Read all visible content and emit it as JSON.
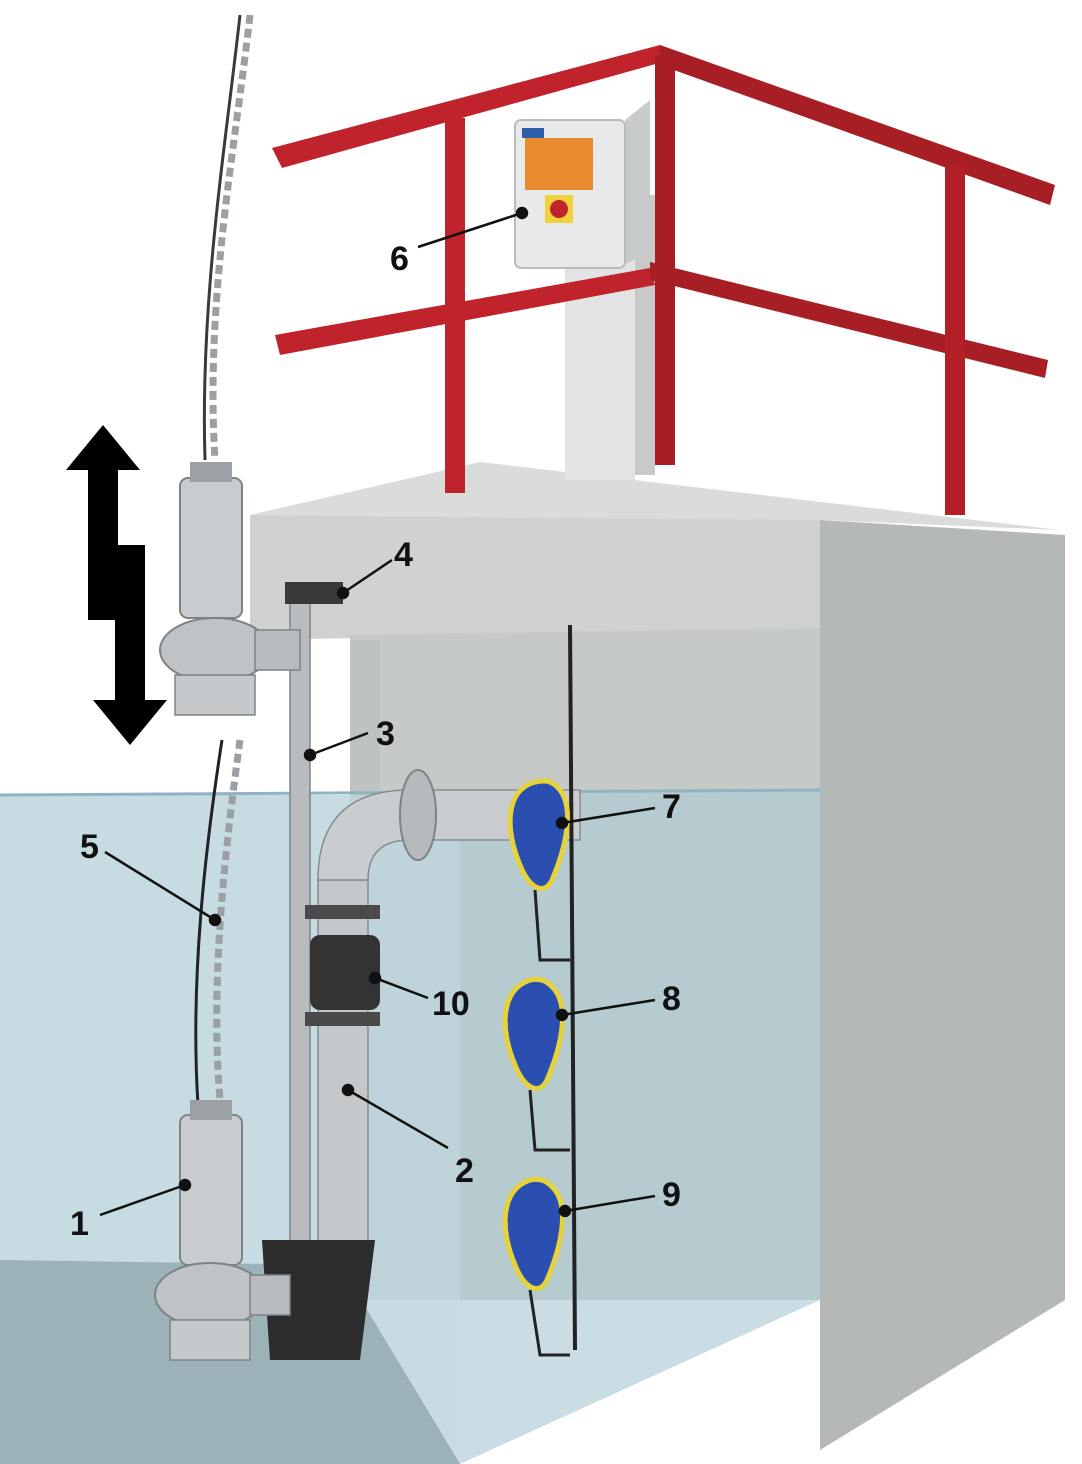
{
  "colors": {
    "railing": "#c0232b",
    "railing_shadow": "#8e1a20",
    "concrete_light": "#d6d9d5",
    "concrete_mid": "#c2c6c2",
    "concrete_dark": "#a9aeaa",
    "water": "#bcd6e0",
    "water_edge": "#9ec2d0",
    "floor": "#8fa6ac",
    "steel": "#c9ccce",
    "steel_dark": "#7d8387",
    "float_blue": "#2a4fb0",
    "float_yellow": "#e6d23a",
    "arrow": "#000000",
    "leader": "#111111"
  },
  "labels": {
    "l1": "1",
    "l2": "2",
    "l3": "3",
    "l4": "4",
    "l5": "5",
    "l6": "6",
    "l7": "7",
    "l8": "8",
    "l9": "9",
    "l10": "10"
  },
  "icons": {
    "direction_arrows": "up-down-arrows-icon",
    "switch": "rotary-switch-icon"
  }
}
